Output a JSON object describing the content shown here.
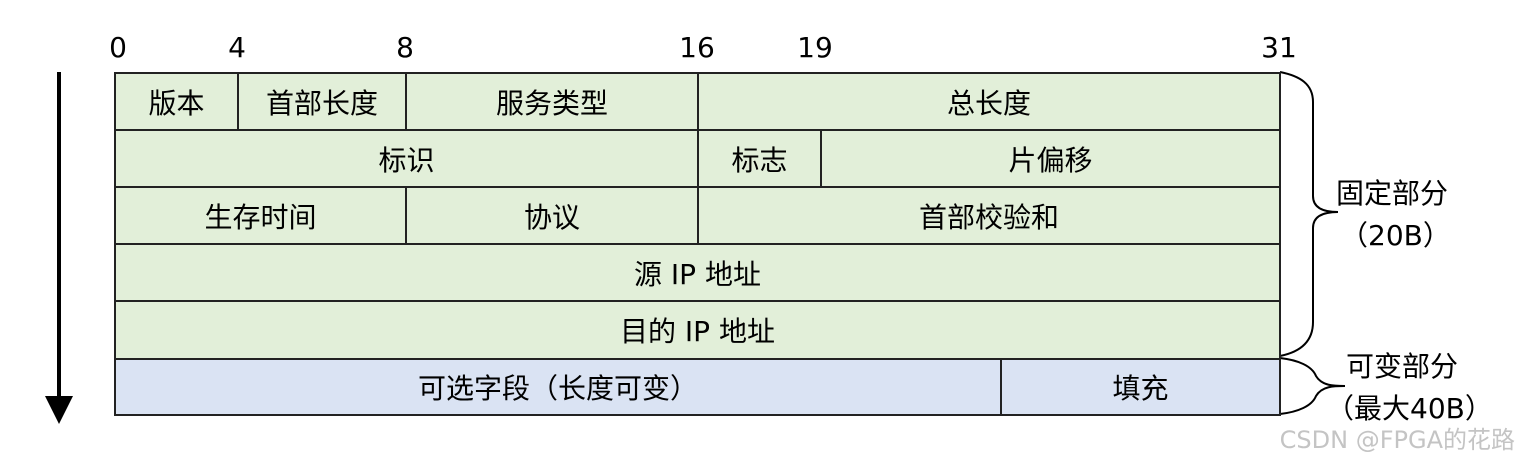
{
  "bit_labels": [
    "0",
    "4",
    "8",
    "16",
    "19",
    "31"
  ],
  "rows": {
    "row1": {
      "version": "版本",
      "header_length": "首部长度",
      "service_type": "服务类型",
      "total_length": "总长度"
    },
    "row2": {
      "identification": "标识",
      "flags": "标志",
      "fragment_offset": "片偏移"
    },
    "row3": {
      "ttl": "生存时间",
      "protocol": "协议",
      "header_checksum": "首部校验和"
    },
    "row4": {
      "source_ip": "源 IP 地址"
    },
    "row5": {
      "dest_ip": "目的 IP 地址"
    },
    "row6": {
      "options": "可选字段（长度可变）",
      "padding": "填充"
    }
  },
  "brackets": {
    "fixed": {
      "line1": "固定部分",
      "line2": "（20B）"
    },
    "variable": {
      "line1": "可变部分",
      "line2": "（最大40B）"
    }
  },
  "watermark": "CSDN @FPGA的花路",
  "colors": {
    "fixed_fill": "#e2efd9",
    "variable_fill": "#dae3f3",
    "border": "#222222"
  }
}
